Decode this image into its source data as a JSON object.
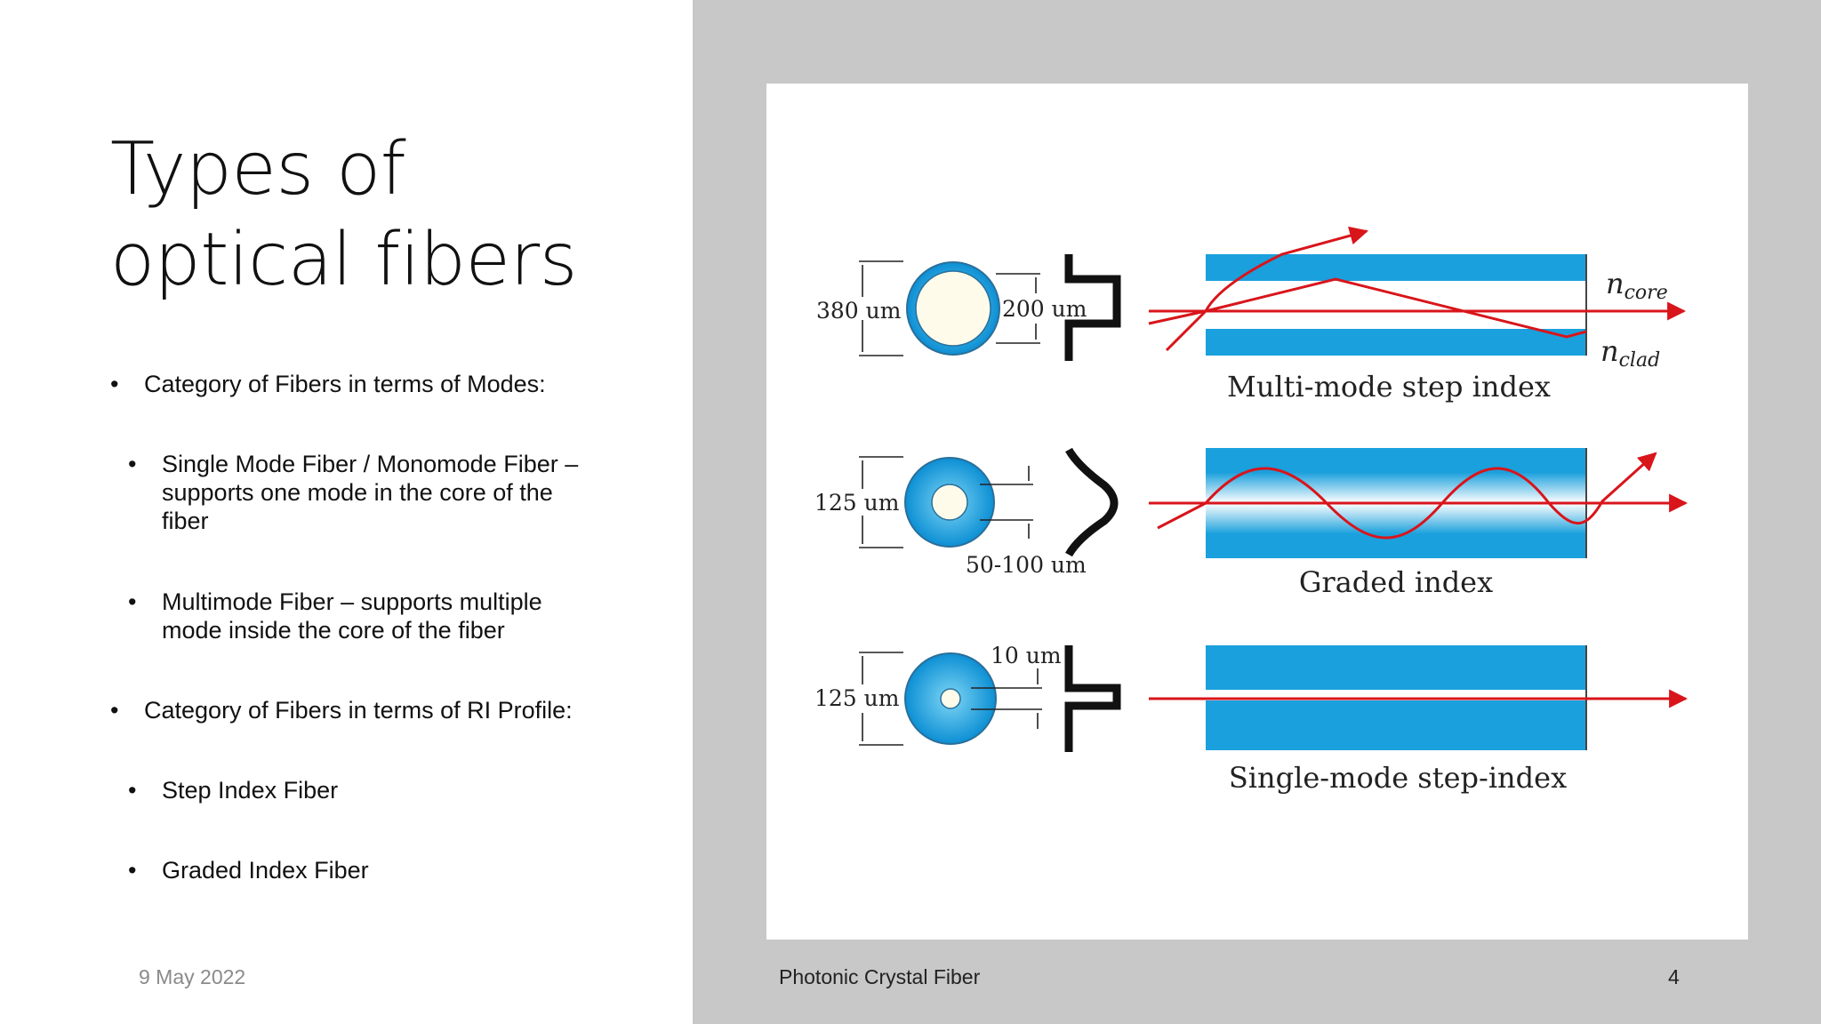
{
  "slide": {
    "title_line1": "Types of",
    "title_line2": "optical fibers",
    "bullets": [
      {
        "level": 1,
        "text": "Category of Fibers in terms of Modes:"
      },
      {
        "level": 2,
        "line1": "Single Mode Fiber / Monomode Fiber –",
        "line2": "supports one mode in the core of the",
        "line3": "fiber"
      },
      {
        "level": 2,
        "line1": "Multimode Fiber – supports multiple",
        "line2": "mode inside the core of the fiber"
      },
      {
        "level": 1,
        "text": "Category of Fibers in terms of RI Profile:"
      },
      {
        "level": 2,
        "text": "Step Index Fiber"
      },
      {
        "level": 2,
        "text": "Graded Index Fiber"
      }
    ],
    "bullet_glyph": "•",
    "footer": {
      "date": "9 May 2022",
      "center": "Photonic Crystal Fiber",
      "page": "4"
    }
  },
  "figure": {
    "rows": [
      {
        "outer_dim": "380 um",
        "core_dim": "200 um",
        "caption": "Multi-mode step index",
        "label_core": "n",
        "label_core_sub": "core",
        "label_clad": "n",
        "label_clad_sub": "clad"
      },
      {
        "outer_dim": "125 um",
        "core_dim": "50-100 um",
        "caption": "Graded index"
      },
      {
        "outer_dim": "125 um",
        "core_dim": "10 um",
        "caption": "Single-mode step-index"
      }
    ],
    "colors": {
      "cladding": "#1aa0dc",
      "core": "#fffbea",
      "ray": "#d8151b",
      "panel_bg": "#c8c8c8"
    }
  }
}
